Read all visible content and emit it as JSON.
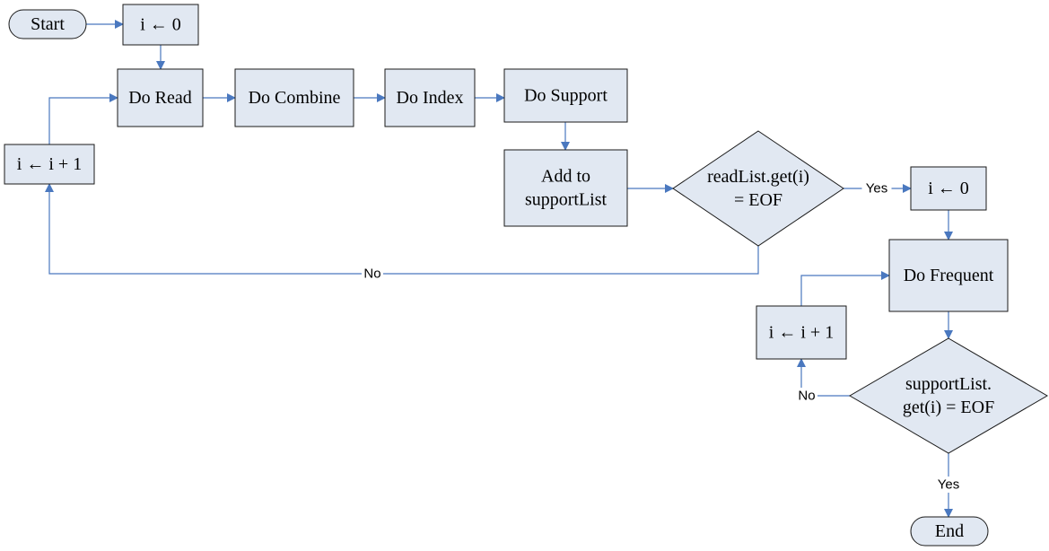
{
  "nodes": {
    "start": {
      "lines": [
        "Start"
      ]
    },
    "init_i": {
      "lines": [
        "i ← 0"
      ]
    },
    "do_read": {
      "lines": [
        "Do Read"
      ]
    },
    "do_combine": {
      "lines": [
        "Do Combine"
      ]
    },
    "do_index": {
      "lines": [
        "Do Index"
      ]
    },
    "do_support": {
      "lines": [
        "Do Support"
      ]
    },
    "add_support": {
      "lines": [
        "Add to",
        "supportList"
      ]
    },
    "inc_i_1": {
      "lines": [
        "i ← i + 1"
      ]
    },
    "decision_read": {
      "lines": [
        "readList.get(i)",
        "= EOF"
      ]
    },
    "reset_i": {
      "lines": [
        "i ← 0"
      ]
    },
    "do_frequent": {
      "lines": [
        "Do Frequent"
      ]
    },
    "inc_i_2": {
      "lines": [
        "i ← i + 1"
      ]
    },
    "decision_support": {
      "lines": [
        "supportList.",
        "get(i) = EOF"
      ]
    },
    "end": {
      "lines": [
        "End"
      ]
    }
  },
  "edge_labels": {
    "read_yes": "Yes",
    "read_no": "No",
    "support_no": "No",
    "support_yes": "Yes"
  }
}
